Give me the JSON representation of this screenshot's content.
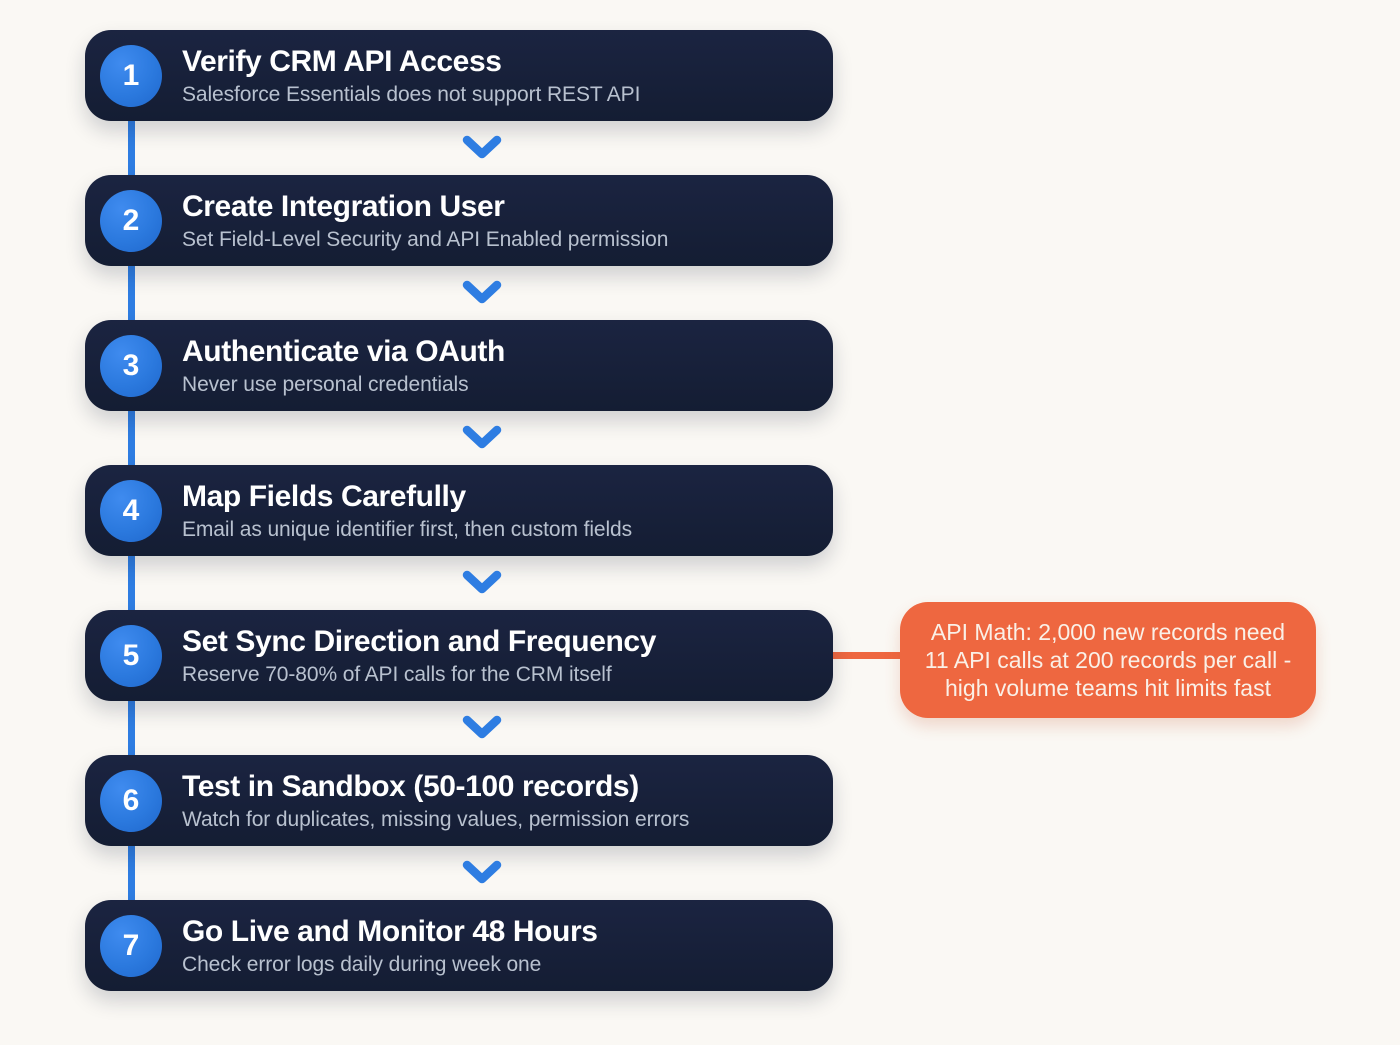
{
  "colors": {
    "page_background": "#faf8f4",
    "card_background": "#16203a",
    "accent_blue": "#2e7de2",
    "badge_blue": "#2b79de",
    "title_text": "#ffffff",
    "subtitle_text": "#b8c1cf",
    "callout_orange": "#ee6740",
    "callout_text": "#faf0e7"
  },
  "steps": [
    {
      "number": "1",
      "title": "Verify CRM API Access",
      "subtitle": "Salesforce Essentials does not support REST API"
    },
    {
      "number": "2",
      "title": "Create Integration User",
      "subtitle": "Set Field-Level Security and API Enabled permission"
    },
    {
      "number": "3",
      "title": "Authenticate via OAuth",
      "subtitle": "Never use personal credentials"
    },
    {
      "number": "4",
      "title": "Map Fields Carefully",
      "subtitle": "Email as unique identifier first, then custom fields"
    },
    {
      "number": "5",
      "title": "Set Sync Direction and Frequency",
      "subtitle": "Reserve 70-80% of API calls for the CRM itself"
    },
    {
      "number": "6",
      "title": "Test in Sandbox (50-100 records)",
      "subtitle": "Watch for duplicates, missing values, permission errors"
    },
    {
      "number": "7",
      "title": "Go Live and Monitor 48 Hours",
      "subtitle": "Check error logs daily during week one"
    }
  ],
  "callout": {
    "attached_to_step": "5",
    "lines": [
      "API Math: 2,000 new records need",
      "11 API calls at 200 records per call -",
      "high volume teams hit limits fast"
    ]
  }
}
